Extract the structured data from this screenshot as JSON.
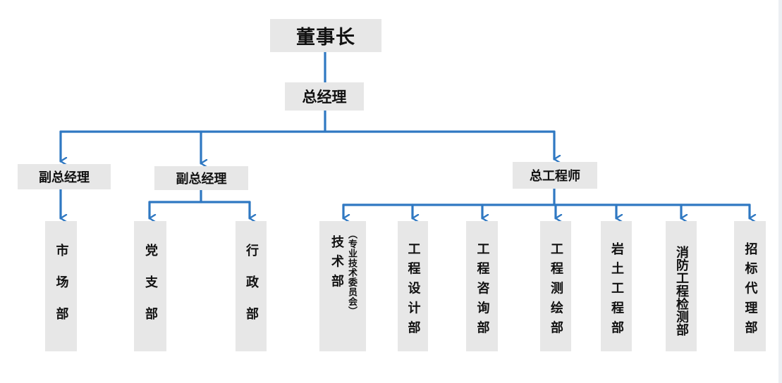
{
  "org": {
    "chairman": "董事长",
    "general_manager": "总经理",
    "vice_gm_1": "副总经理",
    "vice_gm_2": "副总经理",
    "chief_engineer": "总工程师"
  },
  "departments": {
    "market": "市场部",
    "party": "党支部",
    "admin": "行政部",
    "tech": "技术部",
    "tech_note": "（专业技术委员会）",
    "design": "工程设计部",
    "consult": "工程咨询部",
    "survey": "工程测绘部",
    "geotech": "岩土工程部",
    "fire": "消防工程检测部",
    "bid": "招标代理部"
  },
  "colors": {
    "connector": "#2f78c2",
    "box_fill": "#e7e7e7"
  }
}
